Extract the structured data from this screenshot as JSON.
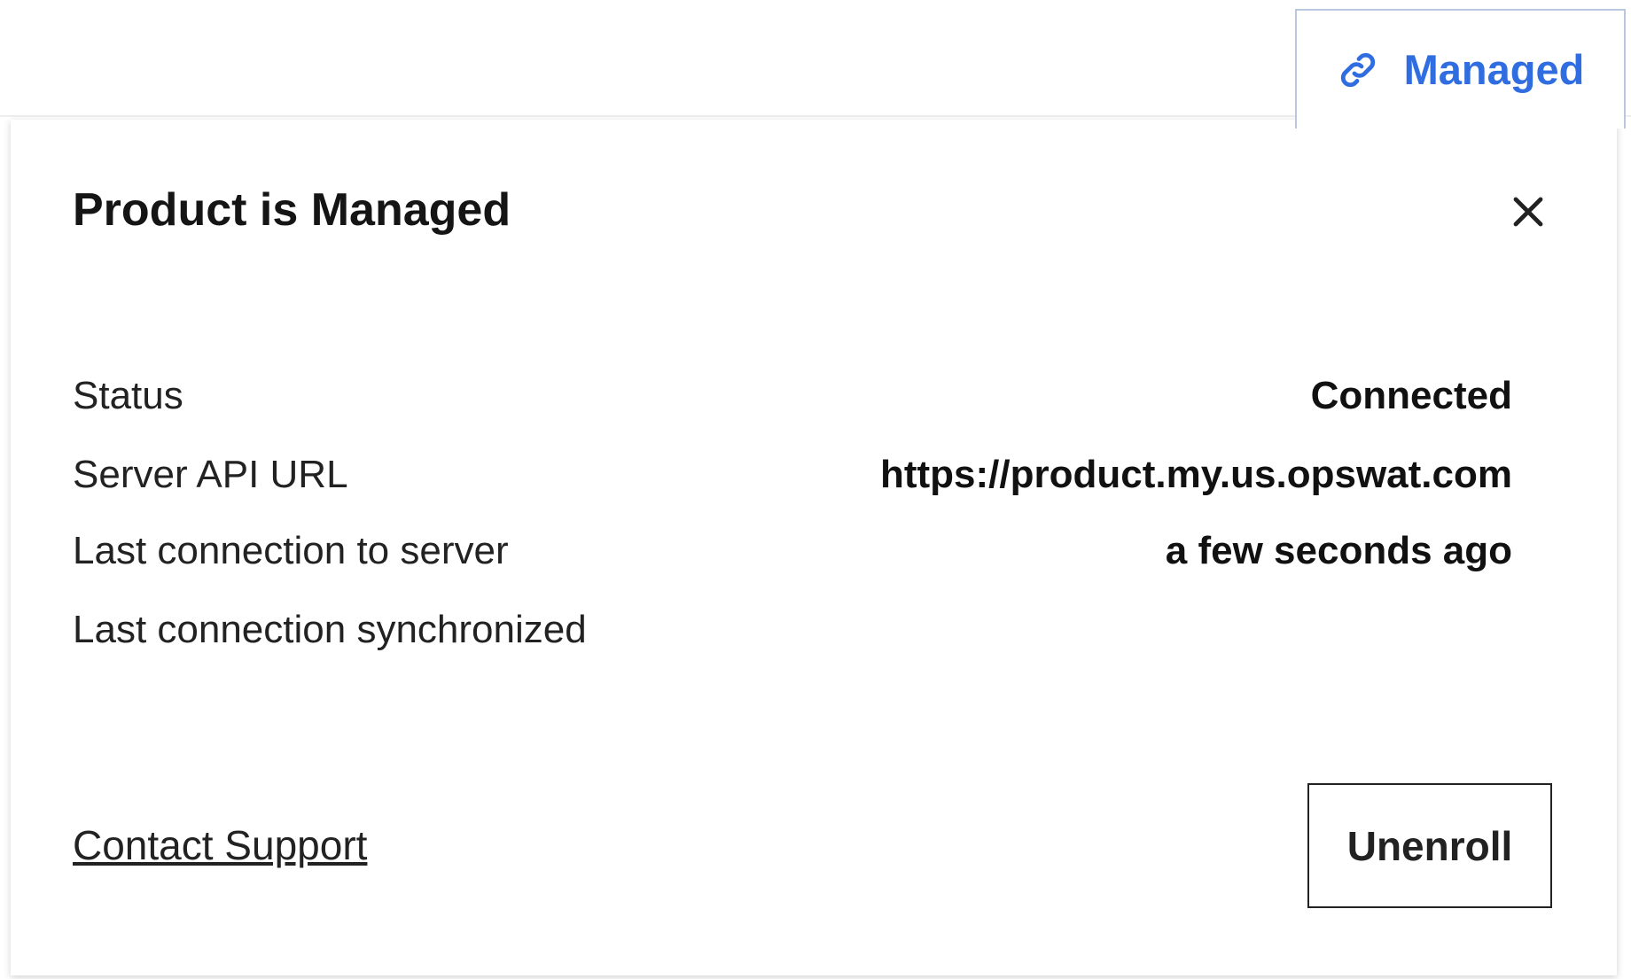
{
  "header": {
    "managed_label": "Managed",
    "managed_icon": "link-icon",
    "accent": "#2f6de0"
  },
  "panel": {
    "title": "Product is Managed",
    "rows": [
      {
        "label": "Status",
        "value": "Connected"
      },
      {
        "label": "Server API URL",
        "value": "https://product.my.us.opswat.com"
      },
      {
        "label": "Last connection to server",
        "value": "a few seconds ago"
      },
      {
        "label": "Last connection synchronized",
        "value": ""
      }
    ],
    "contact_label": "Contact Support",
    "unenroll_label": "Unenroll"
  }
}
